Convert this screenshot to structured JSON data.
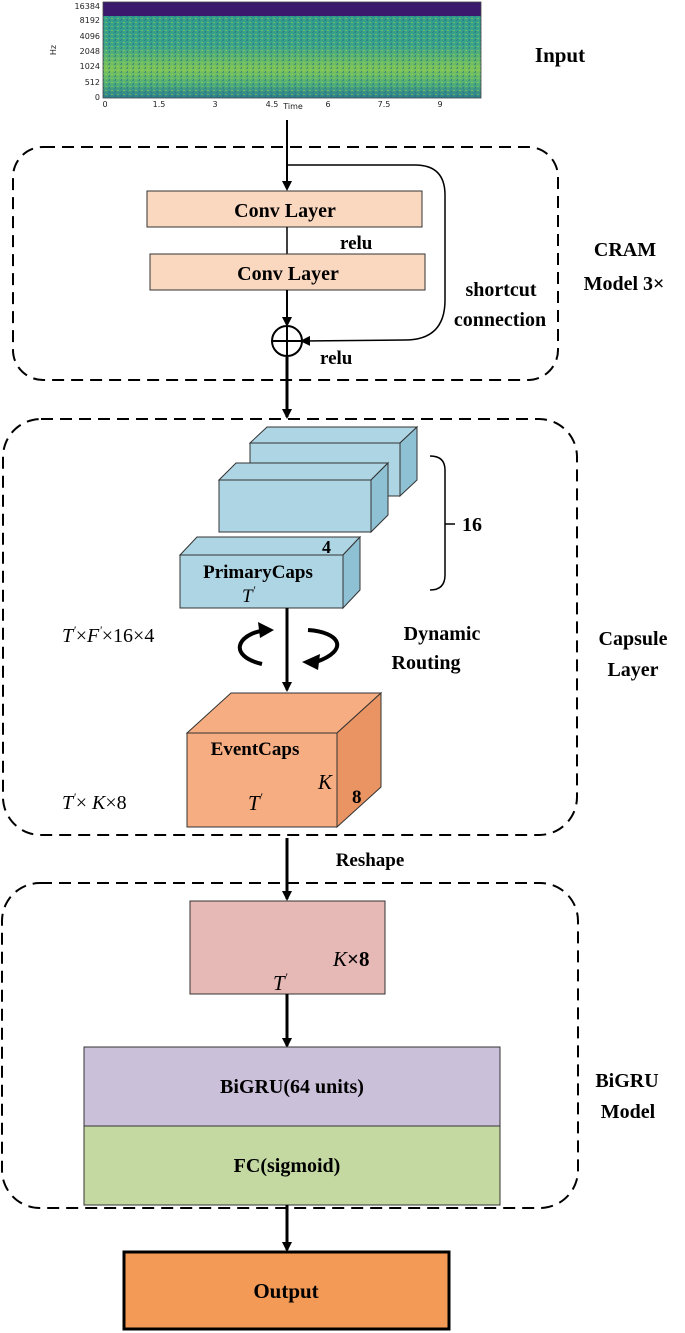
{
  "input": {
    "label": "Input",
    "y_axis_label": "Hz",
    "x_axis_label": "Time",
    "y_ticks": [
      "16384",
      "8192",
      "4096",
      "2048",
      "1024",
      "512",
      "0"
    ],
    "x_ticks": [
      "0",
      "1.5",
      "3",
      "4.5",
      "6",
      "7.5",
      "9"
    ]
  },
  "cram": {
    "conv1": "Conv Layer",
    "conv2": "Conv Layer",
    "relu_between": "relu",
    "relu_after": "relu",
    "shortcut_line1": "shortcut",
    "shortcut_line2": "connection",
    "side_line1": "CRAM",
    "side_line2": "Model  3×"
  },
  "capsule": {
    "primary_label": "PrimaryCaps",
    "primary_depth": "4",
    "primary_t": "T",
    "primary_t_sup": "'",
    "count": "16",
    "shape_primary": {
      "t": "T",
      "t_sup": "'",
      "mid1": "×",
      "f": "F",
      "f_sup": "'",
      "rest": "×16×4"
    },
    "routing_line1": "Dynamic",
    "routing_line2": "Routing",
    "event_label": "EventCaps",
    "event_k": "K",
    "event_t": "T",
    "event_t_sup": "'",
    "event_depth": "8",
    "shape_event": {
      "t": "T",
      "t_sup": "'",
      "mid": "× ",
      "k": "K",
      "rest": "×8"
    },
    "side_line1": "Capsule",
    "side_line2": "Layer"
  },
  "reshape": "Reshape",
  "bigru": {
    "reshape_k": "K",
    "reshape_x8": "×8",
    "reshape_t": "T",
    "reshape_t_sup": "'",
    "gru_label": "BiGRU(64 units)",
    "fc_label": "FC(sigmoid)",
    "side_line1": "BiGRU",
    "side_line2": "Model"
  },
  "output": "Output",
  "colors": {
    "conv_fill": "#fad7bf",
    "caps_fill": "#aed5e3",
    "event_fill": "#f6ad82",
    "reshape_fill": "#e6b8b6",
    "gru_fill": "#cbc0da",
    "fc_fill": "#c4d8a2",
    "output_fill": "#f39a56"
  }
}
